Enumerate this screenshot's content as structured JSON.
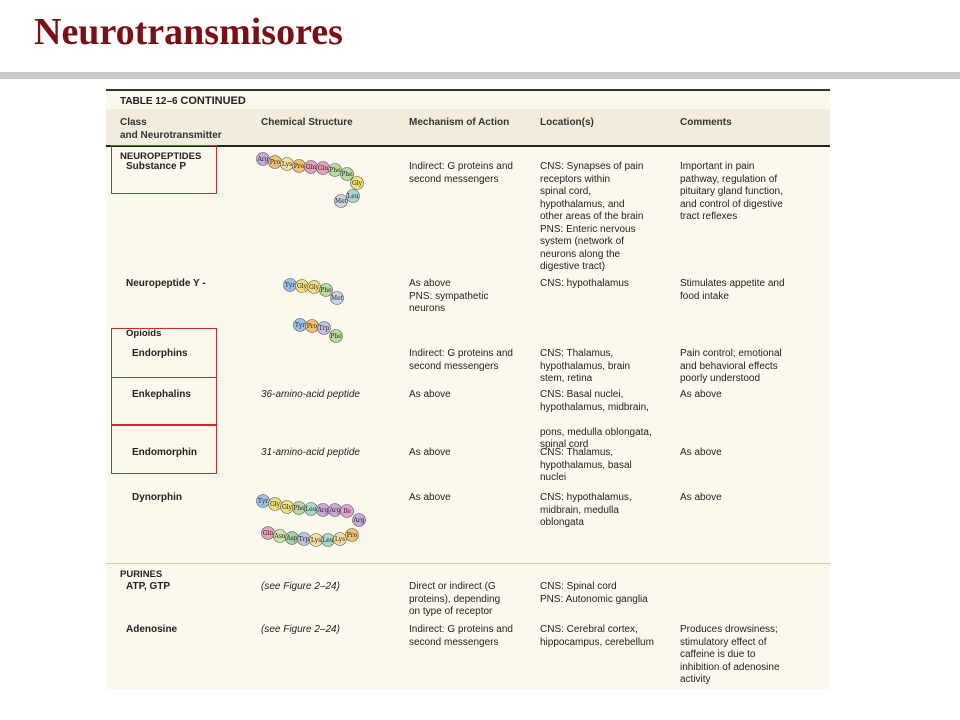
{
  "slide": {
    "title": "Neurotransmisores"
  },
  "table": {
    "caption_prefix": "TABLE 12–6",
    "caption_suffix": "CONTINUED",
    "headers": [
      "Class\nand Neurotransmitter",
      "Chemical Structure",
      "Mechanism of Action",
      "Location(s)",
      "Comments"
    ],
    "groups": {
      "neuropeptides": "NEUROPEPTIDES",
      "opioids": "Opioids",
      "purines": "PURINES"
    },
    "rows": [
      {
        "name": "Substance P",
        "structure": "",
        "mechanism": "Indirect: G proteins and\n  second messengers",
        "location": "CNS: Synapses of pain\n  receptors within\n  spinal cord,\n  hypothalamus, and\n  other areas of the brain\nPNS: Enteric nervous\n  system (network of\n  neurons along the\n  digestive tract)",
        "comments": "Important in pain\n  pathway, regulation of\n  pituitary gland function,\nand control of digestive\n  tract reflexes"
      },
      {
        "name": "Neuropeptide Y -",
        "structure": "",
        "mechanism": "As above\nPNS: sympathetic\n  neurons",
        "location": "CNS: hypothalamus",
        "comments": "Stimulates appetite and\n  food intake"
      },
      {
        "name": "Endorphins",
        "structure": "",
        "mechanism": "Indirect: G proteins and\n  second messengers",
        "location": "CNS: Thalamus,\n  hypothalamus, brain\n  stem, retina",
        "comments": "Pain control; emotional\n  and behavioral effects\n  poorly understood"
      },
      {
        "name": "Enkephalins",
        "structure": "36-amino-acid peptide",
        "mechanism": "As above",
        "location": "CNS: Basal nuclei,\n  hypothalamus, midbrain,\n\n  pons, medulla oblongata,\n  spinal cord",
        "comments": "As above"
      },
      {
        "name": "Endomorphin",
        "structure": "31-amino-acid peptide",
        "mechanism": "As above",
        "location": "CNS: Thalamus,\n  hypothalamus, basal\n  nuclei",
        "comments": "As above"
      },
      {
        "name": "Dynorphin",
        "structure": "",
        "mechanism": "As above",
        "location": "CNS: hypothalamus,\n  midbrain, medulla\n  oblongata",
        "comments": "As above"
      },
      {
        "name": "ATP, GTP",
        "structure": "(see Figure 2–24)",
        "mechanism": "Direct or indirect (G\n  proteins), depending\n  on type of receptor",
        "location": "CNS: Spinal cord\nPNS: Autonomic ganglia",
        "comments": ""
      },
      {
        "name": "Adenosine",
        "structure": "(see Figure 2–24)",
        "mechanism": "Indirect: G proteins and\n  second messengers",
        "location": "CNS: Cerebral cortex,\n  hippocampus, cerebellum",
        "comments": "Produces drowsiness;\n  stimulatory effect of\n  caffeine is due to\n  inhibition of adenosine\n  activity"
      }
    ],
    "chains": {
      "substance_p": [
        "Arg",
        "Pro",
        "Lys",
        "Pro",
        "Gln",
        "Gln",
        "Phe",
        "Phe",
        "Gly",
        "Leu",
        "Met"
      ],
      "npy_top": [
        "Tyr",
        "Gly",
        "Gly",
        "Phe",
        "Met"
      ],
      "npy_bottom": [
        "Tyr",
        "Pro",
        "Trp",
        "Phe"
      ],
      "dyn_top": [
        "Tyr",
        "Gly",
        "Gly",
        "Phe",
        "Leu",
        "Arg",
        "Arg",
        "Ile",
        "Arg"
      ],
      "dyn_bottom": [
        "Gln",
        "Asn",
        "Asp",
        "Trp",
        "Lys",
        "Leu",
        "Lys",
        "Pro"
      ]
    }
  },
  "colors": {
    "title": "#7a1016",
    "highlight": "#d12a2a",
    "residue": {
      "Arg": "#c9a9d9",
      "Pro": "#f0c070",
      "Lys": "#f3dfa0",
      "Gln": "#e7a0b8",
      "Phe": "#b9dba0",
      "Gly": "#f3e07a",
      "Leu": "#a9d9c9",
      "Met": "#c9d3e3",
      "Tyr": "#9ec0e6",
      "Trp": "#c0c0e0",
      "Ile": "#e2a3cf",
      "Asn": "#cfe3a6",
      "Asp": "#a6d0a6"
    }
  }
}
